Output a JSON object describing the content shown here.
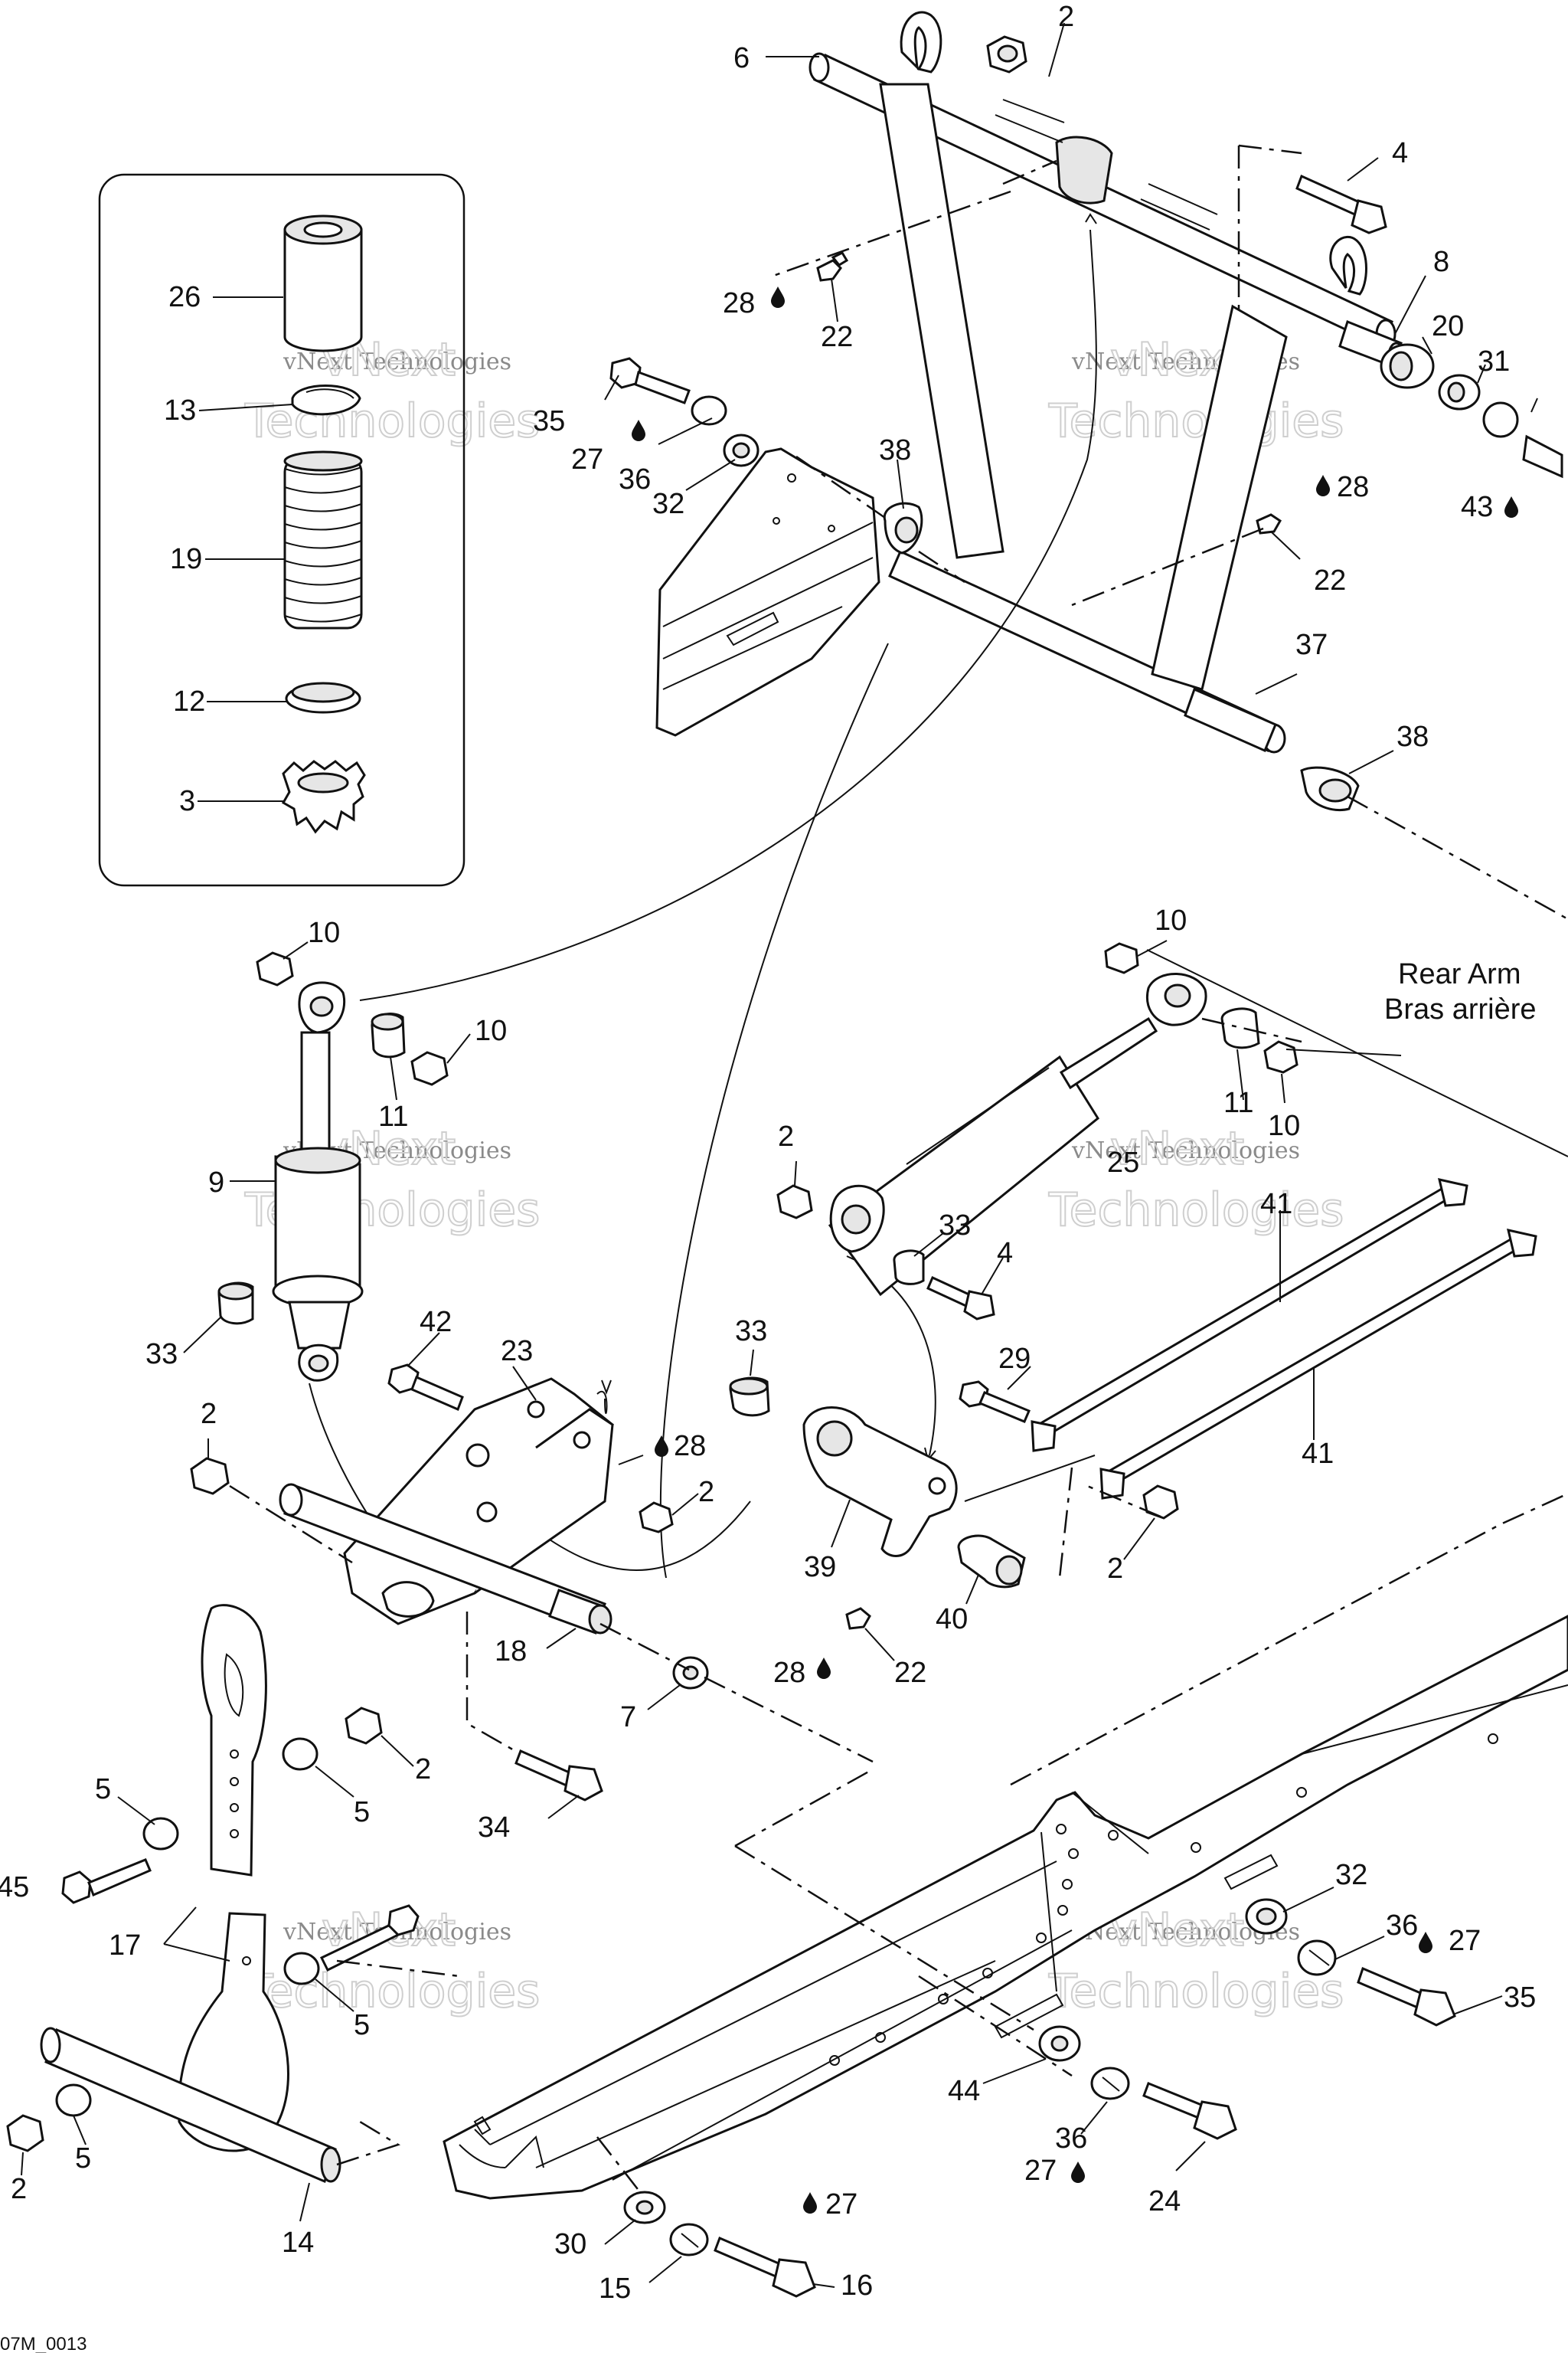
{
  "watermark": {
    "text": "vNext Technologies",
    "text_big_1": "vNext",
    "text_big_2": "Technologies"
  },
  "callouts": {
    "rear_arm": "Rear Arm",
    "bras_arriere": "Bras arrière"
  },
  "figure_code": "07M_0013",
  "labels": {
    "l26": "26",
    "l13": "13",
    "l19": "19",
    "l12": "12",
    "l3": "3",
    "l6": "6",
    "l2a": "2",
    "l4a": "4",
    "l8": "8",
    "l28a": "28",
    "l22a": "22",
    "l20": "20",
    "l31": "31",
    "l43": "43",
    "l35a": "35",
    "l27a": "27",
    "l36a": "36",
    "l32a": "32",
    "l38a": "38",
    "l28b": "28",
    "l22b": "22",
    "l37": "37",
    "l38b": "38",
    "l10a": "10",
    "l10b": "10",
    "l11a": "11",
    "l9": "9",
    "l33a": "33",
    "l10c": "10",
    "l11b": "11",
    "l10d": "10",
    "l25": "25",
    "l2b": "2",
    "l33b": "33",
    "l4b": "4",
    "l41a": "41",
    "l41b": "41",
    "l42": "42",
    "l23": "23",
    "l28c": "28",
    "l2c": "2",
    "l2d": "2",
    "l33c": "33",
    "l29": "29",
    "l2e": "2",
    "l39": "39",
    "l40": "40",
    "l18": "18",
    "l28d": "28",
    "l22c": "22",
    "l7": "7",
    "l2f": "2",
    "l5a": "5",
    "l5b": "5",
    "l34": "34",
    "l45": "45",
    "l17": "17",
    "l5c": "5",
    "l2g": "2",
    "l5d": "5",
    "l14": "14",
    "l32b": "32",
    "l36b": "36",
    "l27b": "27",
    "l35b": "35",
    "l44": "44",
    "l36c": "36",
    "l27c": "27",
    "l24": "24",
    "l30": "30",
    "l27d": "27",
    "l15": "15",
    "l16": "16"
  }
}
